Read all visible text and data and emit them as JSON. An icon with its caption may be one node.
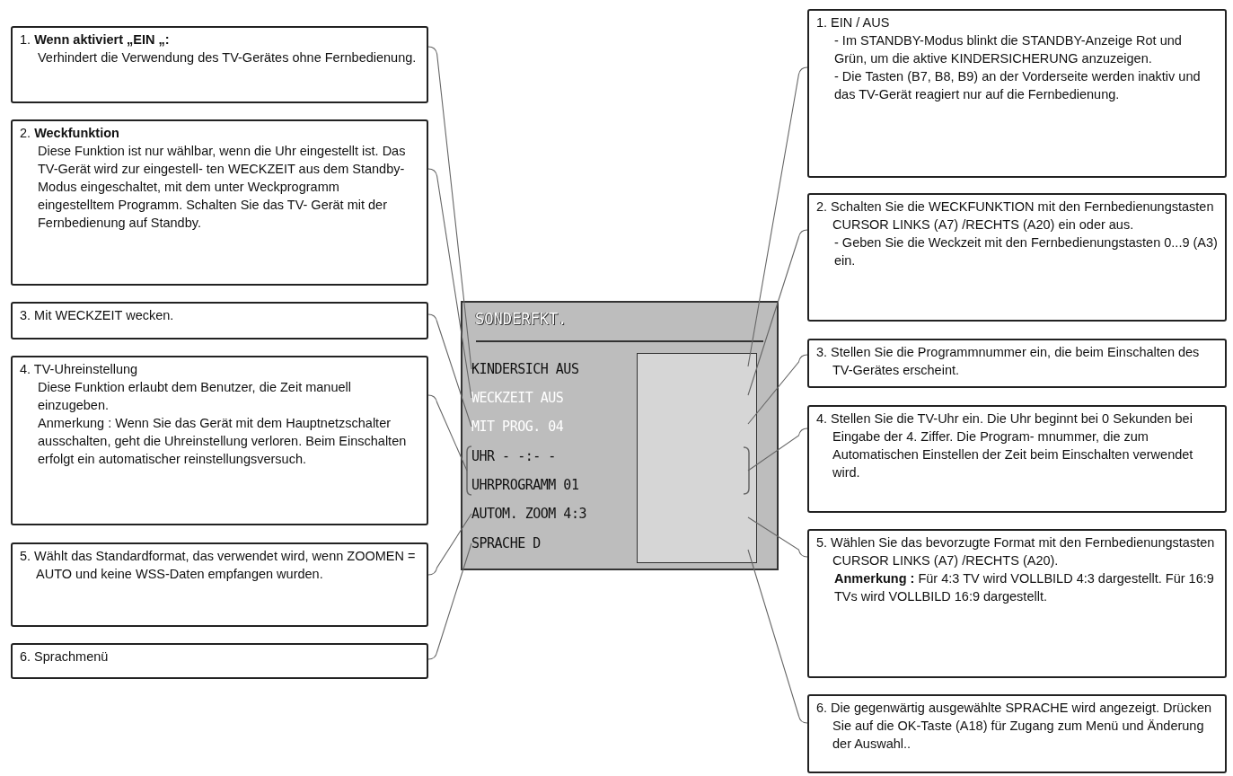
{
  "diagram": {
    "nodes": [
      {
        "text": [
          "1. **Wenn aktiviert „EIN „:**",
          "Verhindert die Verwendung des TV-Gerätes ohne Fernbedienung."
        ]
      },
      {
        "text": [
          "2. **Weckfunktion**",
          "Diese Funktion ist nur wählbar, wenn die Uhr eingestellt ist. Das TV-Gerät wird zur eingestell- ten WECKZEIT aus dem Standby-Modus eingeschaltet, mit dem unter Weckprogramm eingestelltem Programm. Schalten Sie das TV- Gerät mit der Fernbedienung auf Standby."
        ]
      },
      {
        "text": [
          "3. Mit WECKZEIT wecken."
        ]
      },
      {
        "text": [
          "4. TV-Uhreinstellung",
          "Diese Funktion erlaubt dem Benutzer, die Zeit manuell einzugeben.",
          "Anmerkung : Wenn Sie das Gerät mit dem Hauptnetzschalter ausschalten, geht die Uhreinstellung verloren. Beim Einschalten erfolgt ein automatischer reinstellungsversuch."
        ]
      },
      {
        "text": [
          "5. Wählt das Standardformat, das verwendet wird, wenn ZOOMEN = AUTO und keine WSS-Daten empfangen wurden."
        ]
      },
      {
        "text": [
          "6. Sprachmenü"
        ]
      },
      {
        "text": [
          "SONDERFKT."
        ]
      },
      {
        "text": [
          "KINDERSICH AUS"
        ],
        "in": 6
      },
      {
        "text": [
          "WECKZEIT AUS"
        ],
        "in": 6
      },
      {
        "text": [
          "MIT PROG. 04"
        ],
        "in": 6
      },
      {
        "text": [
          "UHR - -:- -"
        ],
        "in": 6
      },
      {
        "text": [
          "UHRPROGRAMM 01"
        ],
        "in": 6
      },
      {
        "text": [
          "AUTOM. ZOOM 4:3"
        ],
        "in": 6
      },
      {
        "text": [
          "SPRACHE D"
        ],
        "in": 6
      },
      {
        "text": [],
        "shape": "box",
        "in": 6
      },
      {
        "text": [
          "1. EIN / AUS",
          "- Im STANDBY-Modus blinkt die STANDBY-Anzeige Rot und Grün, um die aktive KINDERSICHERUNG anzuzeigen.",
          "- Die Tasten (B7, B8, B9) an der Vorderseite werden inaktiv und das TV-Gerät reagiert nur auf die Fernbedienung."
        ]
      },
      {
        "text": [
          "2. Schalten Sie die WECKFUNKTION mit den Fernbedienungstasten CURSOR LINKS (A7) /RECHTS (A20) ein oder aus.",
          "- Geben Sie die Weckzeit mit den Fernbedienungstasten 0...9 (A3) ein."
        ]
      },
      {
        "text": [
          "3. Stellen Sie die Programmnummer ein, die beim Einschalten des TV-Gerätes erscheint."
        ]
      },
      {
        "text": [
          "4. Stellen Sie die TV-Uhr ein. Die Uhr beginnt bei 0 Sekunden bei Eingabe der 4. Ziffer. Die Program- mnummer, die zum Automatischen Einstellen der Zeit beim Einschalten verwendet wird."
        ]
      },
      {
        "text": [
          "5. Wählen Sie das bevorzugte Format mit den Fernbedienungstasten CURSOR LINKS (A7) /RECHTS (A20).",
          "**Anmerkung :** Für 4:3 TV wird VOLLBILD 4:3 dargestellt. Für 16:9 TVs wird VOLLBILD 16:9 dargestellt."
        ]
      },
      {
        "text": [
          "6. Die gegenwärtig ausgewählte SPRACHE wird angezeigt. Drücken Sie auf die OK-Taste (A18) für Zugang zum Menü und Änderung der Auswahl.."
        ]
      }
    ],
    "edges": [
      {
        "from": 0,
        "to": 7,
        "arrow": "none"
      },
      {
        "from": 1,
        "to": 8,
        "arrow": "none"
      },
      {
        "from": 2,
        "to": 9,
        "arrow": "none"
      },
      {
        "from": 3,
        "to": 10,
        "arrow": "none"
      },
      {
        "from": 3,
        "to": 11,
        "arrow": "none"
      },
      {
        "from": 4,
        "to": 12,
        "arrow": "none"
      },
      {
        "from": 5,
        "to": 13,
        "arrow": "none"
      },
      {
        "from": 15,
        "to": 14,
        "arrow": "none"
      },
      {
        "from": 16,
        "to": 14,
        "arrow": "none"
      },
      {
        "from": 17,
        "to": 14,
        "arrow": "none"
      },
      {
        "from": 18,
        "to": 14,
        "arrow": "none"
      },
      {
        "from": 19,
        "to": 14,
        "arrow": "none"
      },
      {
        "from": 20,
        "to": 14,
        "arrow": "none"
      }
    ]
  }
}
